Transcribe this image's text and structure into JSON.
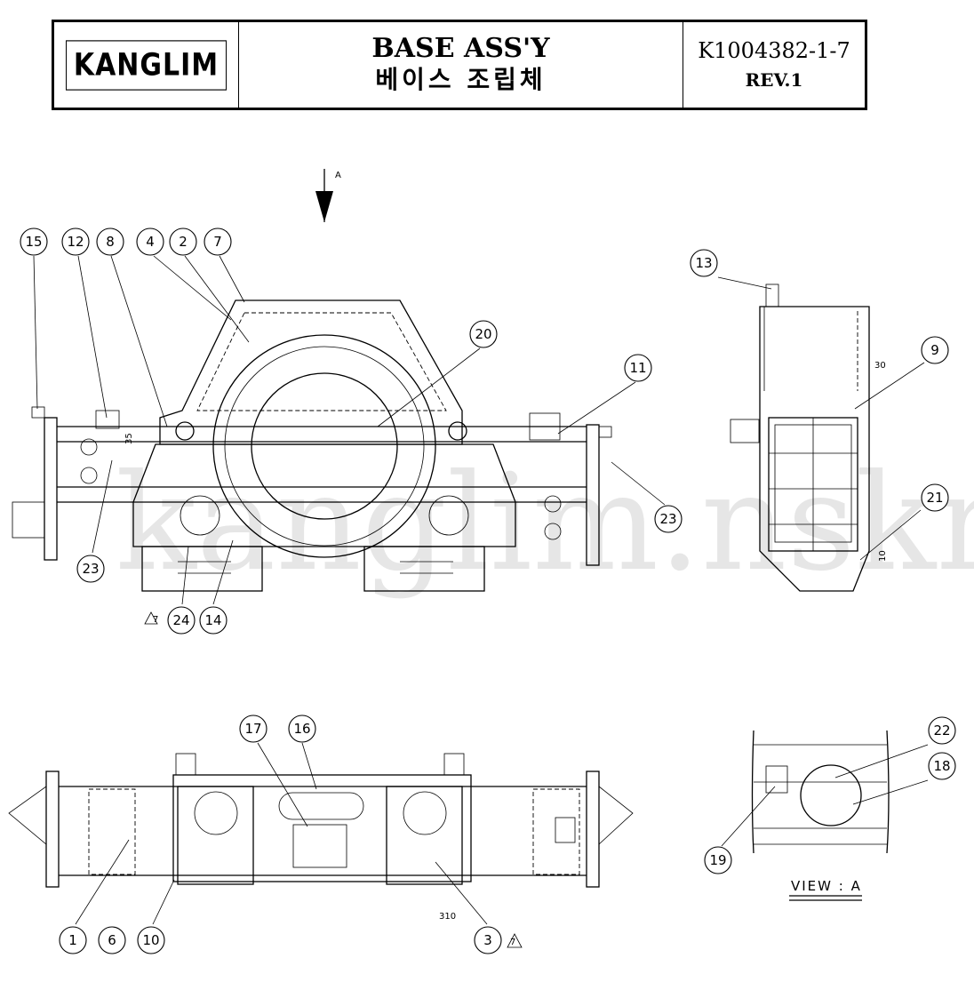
{
  "title_block": {
    "logo": "KANGLIM",
    "title_en": "BASE ASS'Y",
    "title_ko": "베이스 조립체",
    "drawing_no": "K1004382-1-7",
    "revision": "REV.1"
  },
  "balloons": [
    {
      "id": "b15",
      "label": "15"
    },
    {
      "id": "b12",
      "label": "12"
    },
    {
      "id": "b8",
      "label": "8"
    },
    {
      "id": "b4",
      "label": "4"
    },
    {
      "id": "b2",
      "label": "2"
    },
    {
      "id": "b7",
      "label": "7"
    },
    {
      "id": "b20",
      "label": "20"
    },
    {
      "id": "b11",
      "label": "11"
    },
    {
      "id": "b13",
      "label": "13"
    },
    {
      "id": "b9",
      "label": "9"
    },
    {
      "id": "b23a",
      "label": "23"
    },
    {
      "id": "b23b",
      "label": "23"
    },
    {
      "id": "b21",
      "label": "21"
    },
    {
      "id": "b24",
      "label": "24"
    },
    {
      "id": "b14",
      "label": "14"
    },
    {
      "id": "b17",
      "label": "17"
    },
    {
      "id": "b16",
      "label": "16"
    },
    {
      "id": "b22",
      "label": "22"
    },
    {
      "id": "b18",
      "label": "18"
    },
    {
      "id": "b19",
      "label": "19"
    },
    {
      "id": "b1",
      "label": "1"
    },
    {
      "id": "b6",
      "label": "6"
    },
    {
      "id": "b10",
      "label": "10"
    },
    {
      "id": "b3",
      "label": "3"
    }
  ],
  "revision_mark": "7",
  "annotations": {
    "section_arrow": "A",
    "dim_30": "30",
    "dim_10": "10",
    "dim_35": "35",
    "dim_310": "310",
    "view_label": "VIEW : A"
  },
  "watermark": "kanglim.nskr.ru"
}
